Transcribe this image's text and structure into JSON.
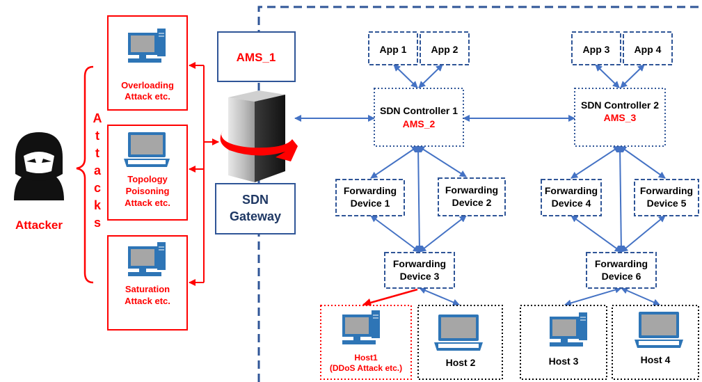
{
  "attacker": {
    "label": "Attacker"
  },
  "attacks_brace": {
    "letters": [
      "A",
      "t",
      "t",
      "a",
      "c",
      "k",
      "s"
    ]
  },
  "attack_boxes": [
    {
      "line1": "Overloading",
      "line2": "Attack etc.",
      "line3": ""
    },
    {
      "line1": "Topology",
      "line2": "Poisoning",
      "line3": "Attack etc."
    },
    {
      "line1": "Saturation",
      "line2": "Attack etc.",
      "line3": ""
    }
  ],
  "gateway": {
    "ams": "AMS_1",
    "line1": "SDN",
    "line2": "Gateway"
  },
  "apps": [
    "App 1",
    "App 2",
    "App 3",
    "App 4"
  ],
  "controllers": [
    {
      "name": "SDN Controller 1",
      "ams": "AMS_2"
    },
    {
      "name": "SDN Controller 2",
      "ams": "AMS_3"
    }
  ],
  "forwarding_devices": [
    {
      "line1": "Forwarding",
      "line2": "Device 1"
    },
    {
      "line1": "Forwarding",
      "line2": "Device 2"
    },
    {
      "line1": "Forwarding",
      "line2": "Device 3"
    },
    {
      "line1": "Forwarding",
      "line2": "Device 4"
    },
    {
      "line1": "Forwarding",
      "line2": "Device 5"
    },
    {
      "line1": "Forwarding",
      "line2": "Device 6"
    }
  ],
  "hosts": [
    {
      "line1": "Host1",
      "line2": "(DDoS Attack etc.)"
    },
    {
      "line1": "Host 2",
      "line2": ""
    },
    {
      "line1": "Host 3",
      "line2": ""
    },
    {
      "line1": "Host 4",
      "line2": ""
    }
  ],
  "colors": {
    "red": "#ff0000",
    "blue": "#2f5597",
    "link": "#4472c4",
    "screen": "#a6a6a6",
    "laptop": "#2e75b6"
  }
}
